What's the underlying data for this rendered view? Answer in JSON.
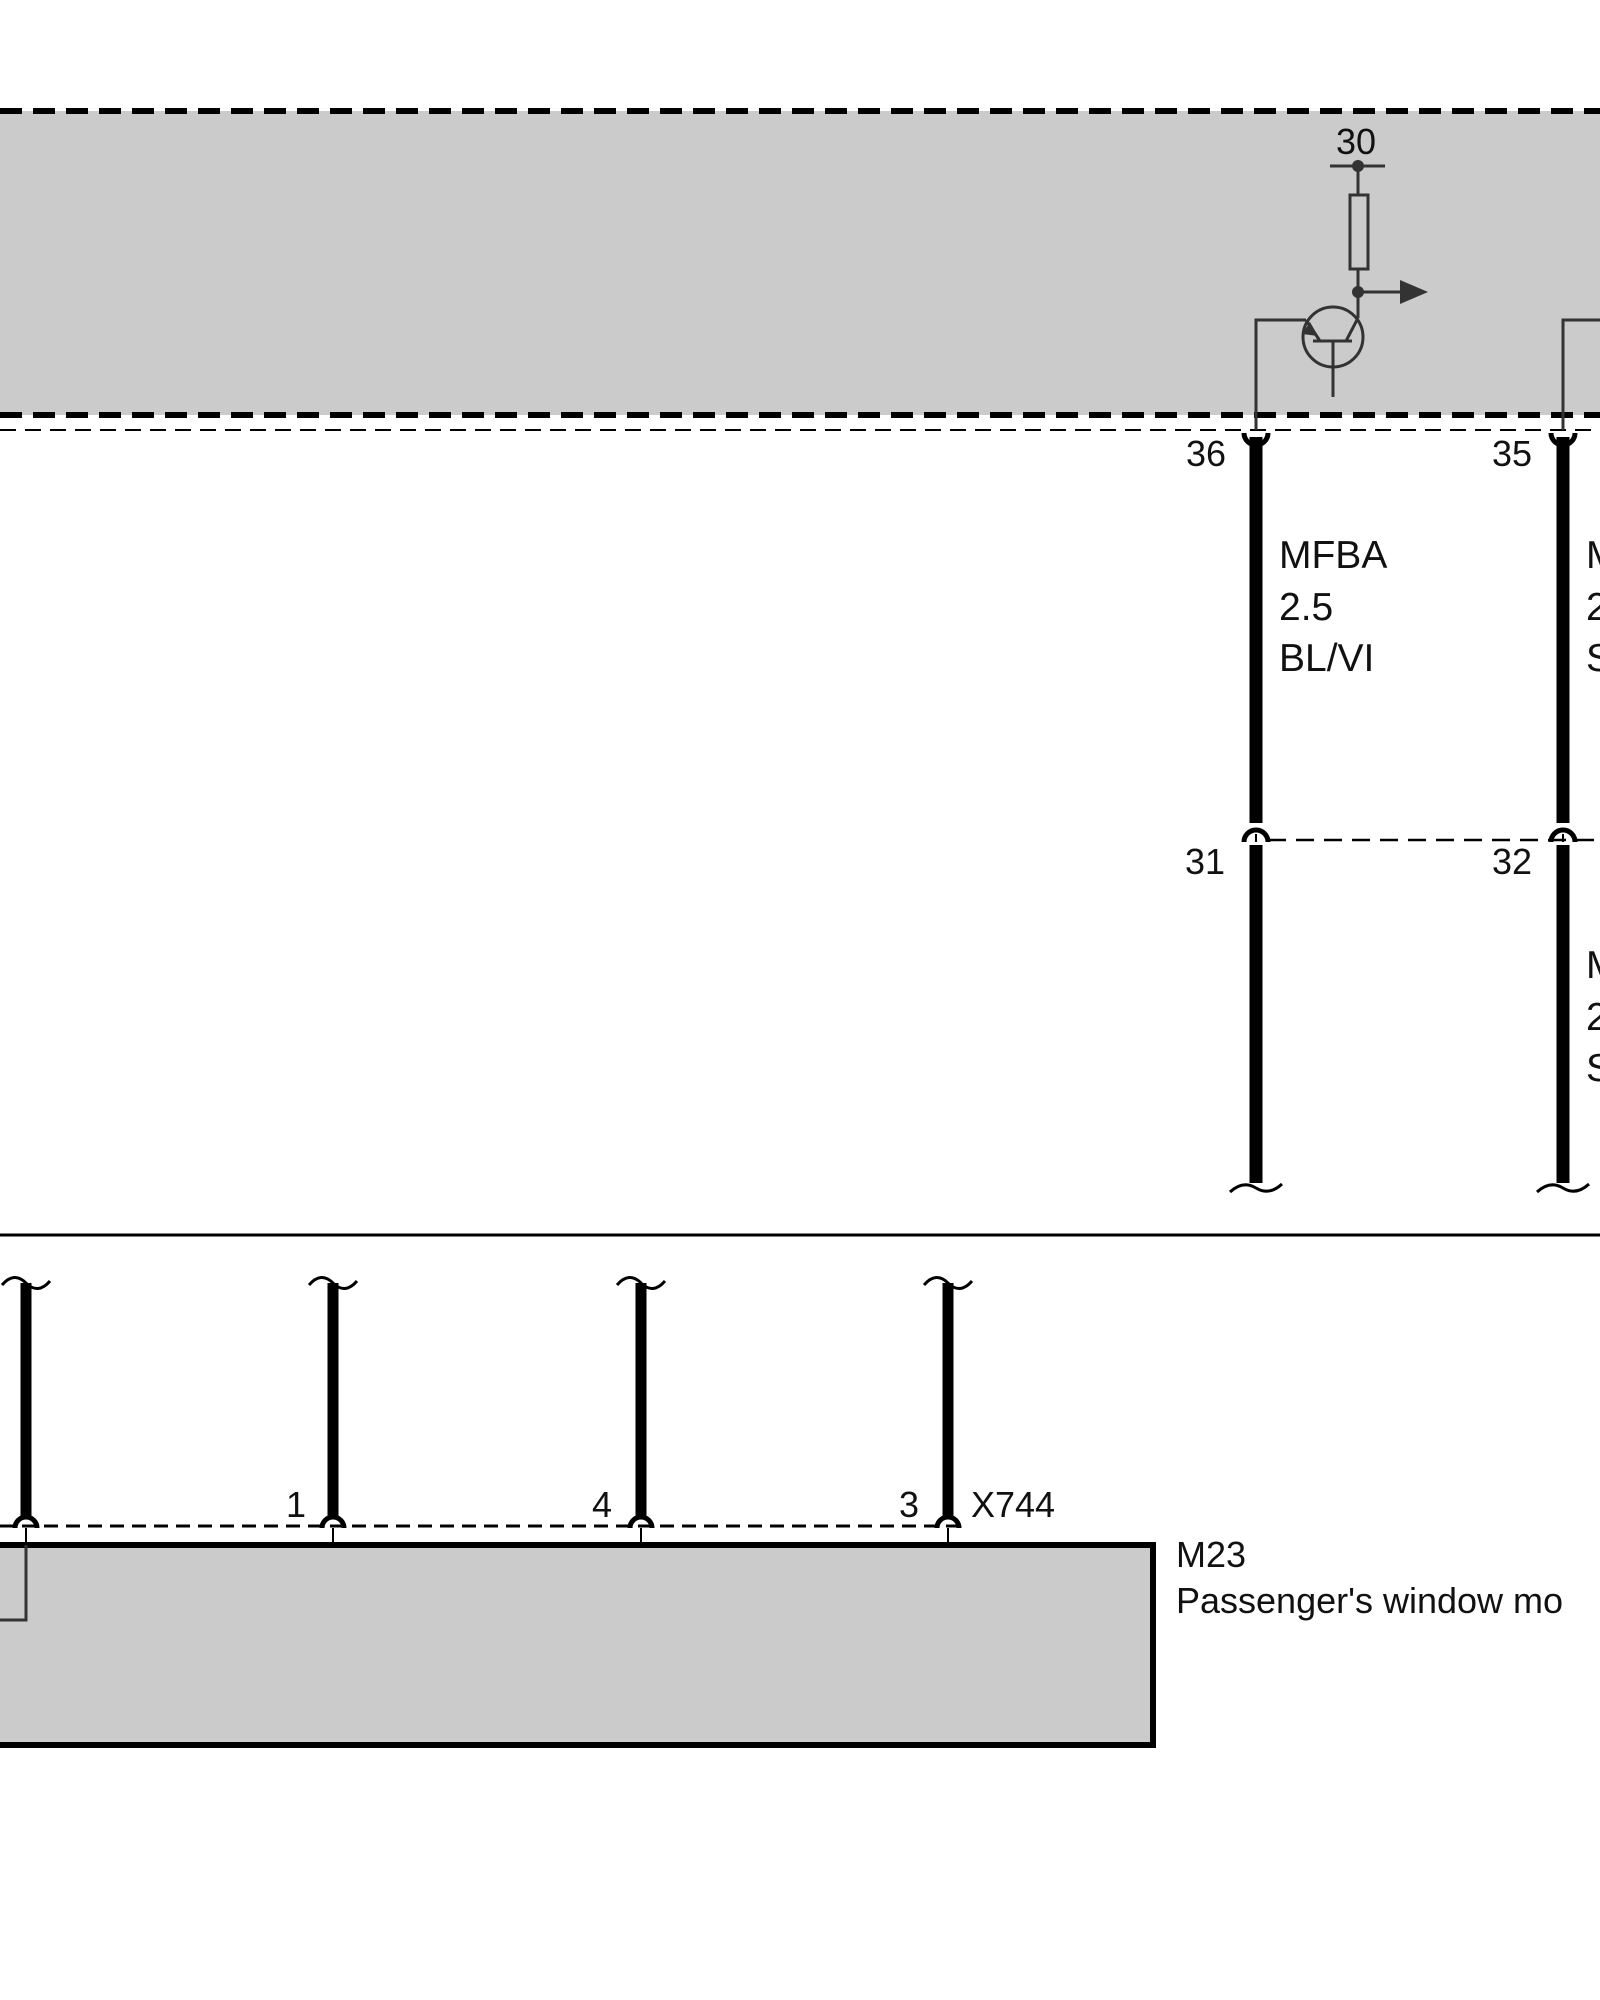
{
  "module_top": {
    "terminal_label": "30"
  },
  "pins_upper": {
    "left_top": "36",
    "right_top": "35",
    "left_bottom": "31",
    "right_bottom": "32"
  },
  "wire_left": {
    "name": "MFBA",
    "size": "2.5",
    "color": "BL/VI"
  },
  "wire_right_upper": {
    "name": "M",
    "size": "2",
    "color": "S"
  },
  "wire_right_lower": {
    "name": "M",
    "size": "2",
    "color": "S"
  },
  "connector_bottom": {
    "pins": [
      "1",
      "4",
      "3"
    ],
    "id": "X744"
  },
  "component": {
    "id": "M23",
    "name": "Passenger's window mo"
  },
  "colors": {
    "module_fill": "#cbcbcb",
    "wire": "#000000",
    "circuit": "#333333"
  }
}
